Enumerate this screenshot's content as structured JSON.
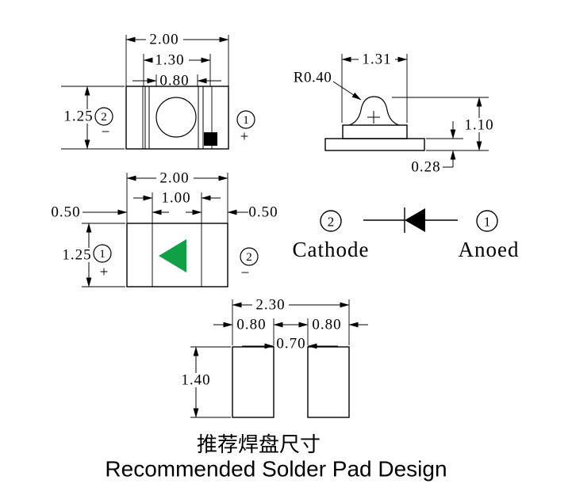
{
  "page": {
    "background": "#ffffff",
    "line_color": "#000000"
  },
  "top_view": {
    "dim_overall_width": "2.00",
    "dim_lens_outer": "1.30",
    "dim_lens_aperture": "0.80",
    "dim_height": "1.25",
    "left_pin_number": "2",
    "left_pin_polarity": "−",
    "right_pin_number": "1",
    "right_pin_polarity": "+"
  },
  "side_view": {
    "dim_width": "1.31",
    "dim_lens_radius": "R0.40",
    "dim_total_height": "1.10",
    "dim_base_thickness": "0.28"
  },
  "bottom_view": {
    "dim_overall_width": "2.00",
    "dim_center_gap": "1.00",
    "dim_pad_left": "0.50",
    "dim_pad_right": "0.50",
    "dim_height": "1.25",
    "left_pin_number": "1",
    "left_pin_polarity": "+",
    "right_pin_number": "2",
    "right_pin_polarity": "−",
    "polarity_mark_color": "#10a046"
  },
  "polarity_diagram": {
    "cathode_number": "2",
    "cathode_label": "Cathode",
    "anode_number": "1",
    "anode_label": "Anoed"
  },
  "solder_pad_view": {
    "dim_overall_width": "2.30",
    "dim_pad_left_width": "0.80",
    "dim_pad_right_width": "0.80",
    "dim_gap": "0.70",
    "dim_pad_height": "1.40"
  },
  "caption": {
    "chinese": "推荐焊盘尺寸",
    "english": "Recommended Solder Pad Design"
  }
}
